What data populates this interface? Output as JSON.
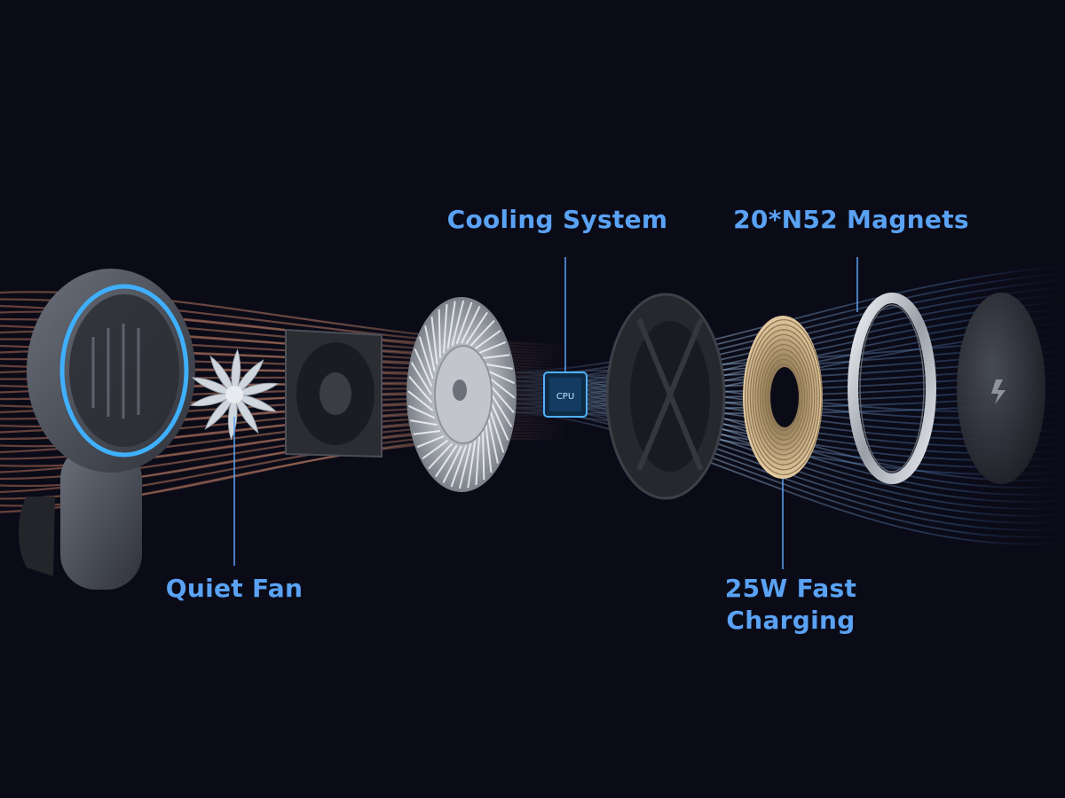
{
  "labels": {
    "cooling_system": "Cooling System",
    "magnets": "20*N52 Magnets",
    "quiet_fan": "Quiet Fan",
    "fast_charging_line1": "25W Fast",
    "fast_charging_line2": "Charging",
    "cpu_chip": "CPU"
  },
  "colors": {
    "background": "#0b0b18",
    "label": "#5aa2f4",
    "leader_line": "#5aa2f4",
    "ring_glow": "#3fb0ff",
    "copper_airflow": "#a76f5c",
    "blue_airflow": "#8fc6ff",
    "metal_dark": "#3b3f47",
    "metal_light": "#d9dde3",
    "coil_gold": "#c9ae76"
  },
  "icons": [
    "mount-housing",
    "fan-blade-icon",
    "square-fan-icon",
    "heatsink-icon",
    "cpu-chip-icon",
    "plate-icon",
    "coil-icon",
    "magnet-ring-icon",
    "pad-logo-icon"
  ]
}
